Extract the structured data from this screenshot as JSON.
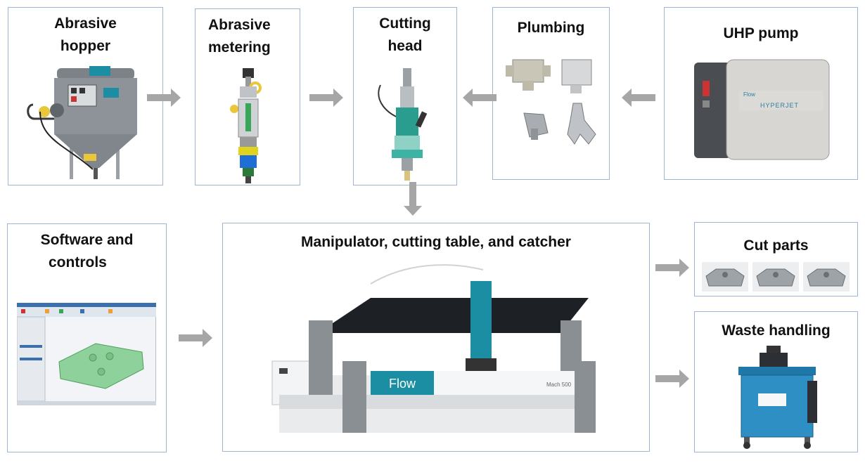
{
  "components": {
    "abrasive_hopper": {
      "line1": "Abrasive",
      "line2": "hopper"
    },
    "abrasive_metering": {
      "line1": "Abrasive",
      "line2": "metering"
    },
    "cutting_head": {
      "line1": "Cutting",
      "line2": "head"
    },
    "plumbing": {
      "label": "Plumbing"
    },
    "uhp_pump": {
      "label": "UHP pump",
      "brand": "HYPERJET",
      "logo": "Flow"
    },
    "software_controls": {
      "line1": "Software and",
      "line2": "controls"
    },
    "manipulator": {
      "label": "Manipulator, cutting table, and catcher",
      "brand": "Flow",
      "model": "Mach 500"
    },
    "cut_parts": {
      "label": "Cut parts"
    },
    "waste_handling": {
      "label": "Waste handling"
    }
  },
  "colors": {
    "box_border": "#9db6d3",
    "arrow": "#a6a6a6",
    "brand_teal": "#1b8ea3",
    "machine_gray": "#8a8f94",
    "part_green": "#8fd19a"
  }
}
